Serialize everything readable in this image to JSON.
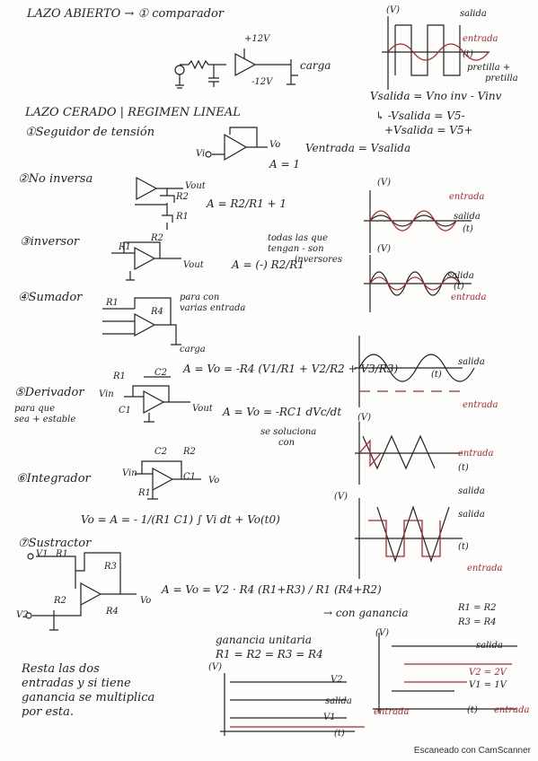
{
  "page": {
    "title_open": "LAZO ABIERTO → ① comparador",
    "plus12": "+12V",
    "minus12": "-12V",
    "carga": "carga",
    "top_graph": {
      "v": "(V)",
      "salida": "salida",
      "entrada": "entrada",
      "t": "(t)",
      "pretilla1": "pretilla +",
      "pretilla2": "pretilla"
    },
    "eq_vsalida": "Vsalida = Vno inv - Vinv",
    "eq_vs_minus": "↳ -Vsalida = V5-",
    "eq_vs_plus": "+Vsalida = V5+",
    "title_closed": "LAZO CERADO | REGIMEN LINEAL",
    "s1": {
      "title": "①Seguidor de tensión",
      "vo": "Vo",
      "vi": "Vi",
      "eq": "Ventrada = Vsalida",
      "gain": "A = 1"
    },
    "s2": {
      "title": "②No inversa",
      "vout": "Vout",
      "r2": "R2",
      "r1": "R1",
      "eq": "A = R2/R1 + 1",
      "graph": {
        "v": "(V)",
        "entrada": "entrada",
        "salida": "salida",
        "t": "(t)"
      }
    },
    "s3": {
      "title": "③inversor",
      "r1": "R1",
      "r2": "R2",
      "vout": "Vout",
      "eq": "A = (-) R2/R1",
      "note1": "todas las que",
      "note2": "tengan - son",
      "note3": "inversores",
      "graph": {
        "v": "(V)",
        "salida": "salida",
        "t": "(t)",
        "entrada": "entrada"
      }
    },
    "s4": {
      "title": "④Sumador",
      "r1": "R1",
      "r4": "R4",
      "carga": "carga",
      "note1": "para con",
      "note2": "varias entrada",
      "eq": "A = Vo = -R4 (V1/R1 + V2/R2 + V3/R3)",
      "graph": {
        "salida": "salida",
        "t": "(t)",
        "entrada": "entrada"
      }
    },
    "s5": {
      "title": "⑤Derivador",
      "note1": "para que",
      "note2": "sea + estable",
      "r1": "R1",
      "c1": "C1",
      "c2": "C2",
      "vin": "Vin",
      "vout": "Vout",
      "eq": "A = Vo = -RC1 dVc/dt",
      "note3": "se soluciona",
      "note4": "con",
      "graph": {
        "v": "(V)",
        "entrada": "entrada",
        "t": "(t)",
        "salida": "salida"
      }
    },
    "s6": {
      "title": "⑥Integrador",
      "c2": "C2",
      "r2": "R2",
      "vin": "Vin",
      "r1": "R1",
      "c1": "C1",
      "vo": "Vo",
      "eq": "Vo = A = - 1/(R1 C1) ∫ Vi dt + Vo(t0)",
      "graph": {
        "v": "(V)",
        "salida": "salida",
        "t": "(t)",
        "entrada": "entrada"
      }
    },
    "s7": {
      "title": "⑦Sustractor",
      "v1": "V1",
      "r1": "R1",
      "r3": "R3",
      "r2": "R2",
      "r4": "R4",
      "v2": "V2",
      "vo": "Vo",
      "eq": "A = Vo = V2 · R4 (R1+R3) / R1 (R4+R2)",
      "gain_note": "→ con ganancia",
      "rr1": "R1 = R2",
      "rr2": "R3 = R4",
      "unity": "ganancia unitaria",
      "unity_eq": "R1 = R2 = R3 = R4",
      "note1": "Resta las dos",
      "note2": "entradas y si tiene",
      "note3": "ganancia se multiplica",
      "note4": "por esta.",
      "g1": {
        "v": "(V)",
        "v2": "V2",
        "salida": "salida",
        "v1": "V1",
        "t": "(t)",
        "entrada": "entrada"
      },
      "g2": {
        "v": "(V)",
        "salida": "salida",
        "v2": "V2 = 2V",
        "v1": "V1 = 1V",
        "t": "(t)",
        "entrada": "entrada"
      }
    },
    "footer": "Escaneado con CamScanner"
  }
}
